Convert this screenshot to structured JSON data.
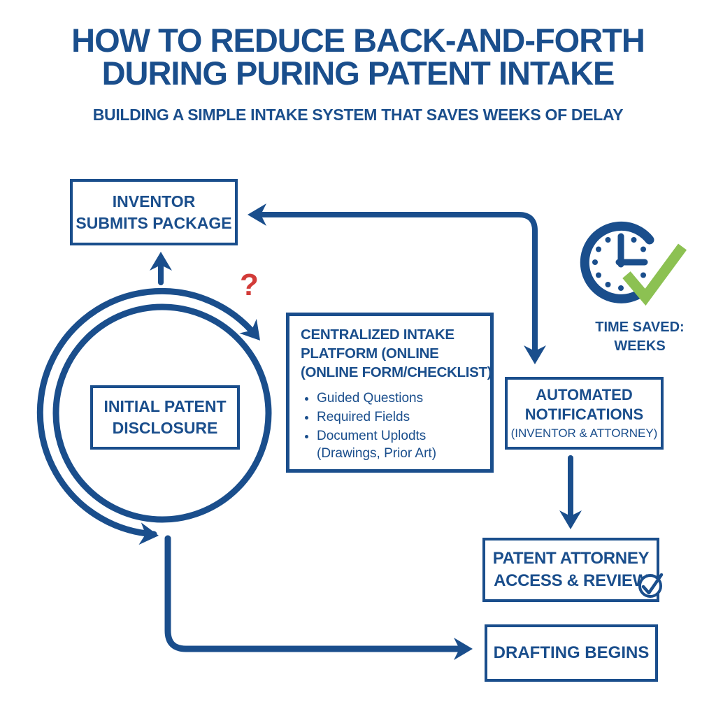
{
  "header": {
    "title_line1": "HOW TO REDUCE BACK-AND-FORTH",
    "title_line2": "DURING PURING PATENT INTAKE",
    "subtitle": "BUILDING A SIMPLE INTAKE SYSTEM THAT SAVES WEEKS OF DELAY"
  },
  "diagram": {
    "inventor_box": {
      "line1": "INVENTOR",
      "line2": "SUBMITS PACKAGE"
    },
    "disclosure_box": {
      "line1": "INITIAL PATENT",
      "line2": "DISCLOSURE"
    },
    "question_mark": "?",
    "intake_box": {
      "title_line1": "CENTRALIZED INTAKE",
      "title_line2": "PLATFORM (ONLINE",
      "title_line3": "(ONLINE FORM/CHECKLIST)",
      "bullets": [
        "Guided Questions",
        "Required Fields",
        "Document Uplodts (Drawings, Prior Art)"
      ]
    },
    "notifications_box": {
      "line1": "AUTOMATED",
      "line2": "NOTIFICATIONS",
      "line3": "(INVENTOR & ATTORNEY)"
    },
    "time_saved": {
      "line1": "TIME SAVED:",
      "line2": "WEEKS"
    },
    "attorney_box": {
      "line1": "PATENT ATTORNEY",
      "line2": "ACCESS & REVIEW"
    },
    "drafting_box": {
      "label": "DRAFTING BEGINS"
    }
  },
  "colors": {
    "primary_blue": "#1A4E8C",
    "accent_green": "#8CC152",
    "alert_red": "#D23B38",
    "background": "#FFFFFF"
  },
  "icons": {
    "clock": "clock-icon",
    "big_check": "checkmark-icon",
    "review_check": "circled-checkmark-icon"
  }
}
